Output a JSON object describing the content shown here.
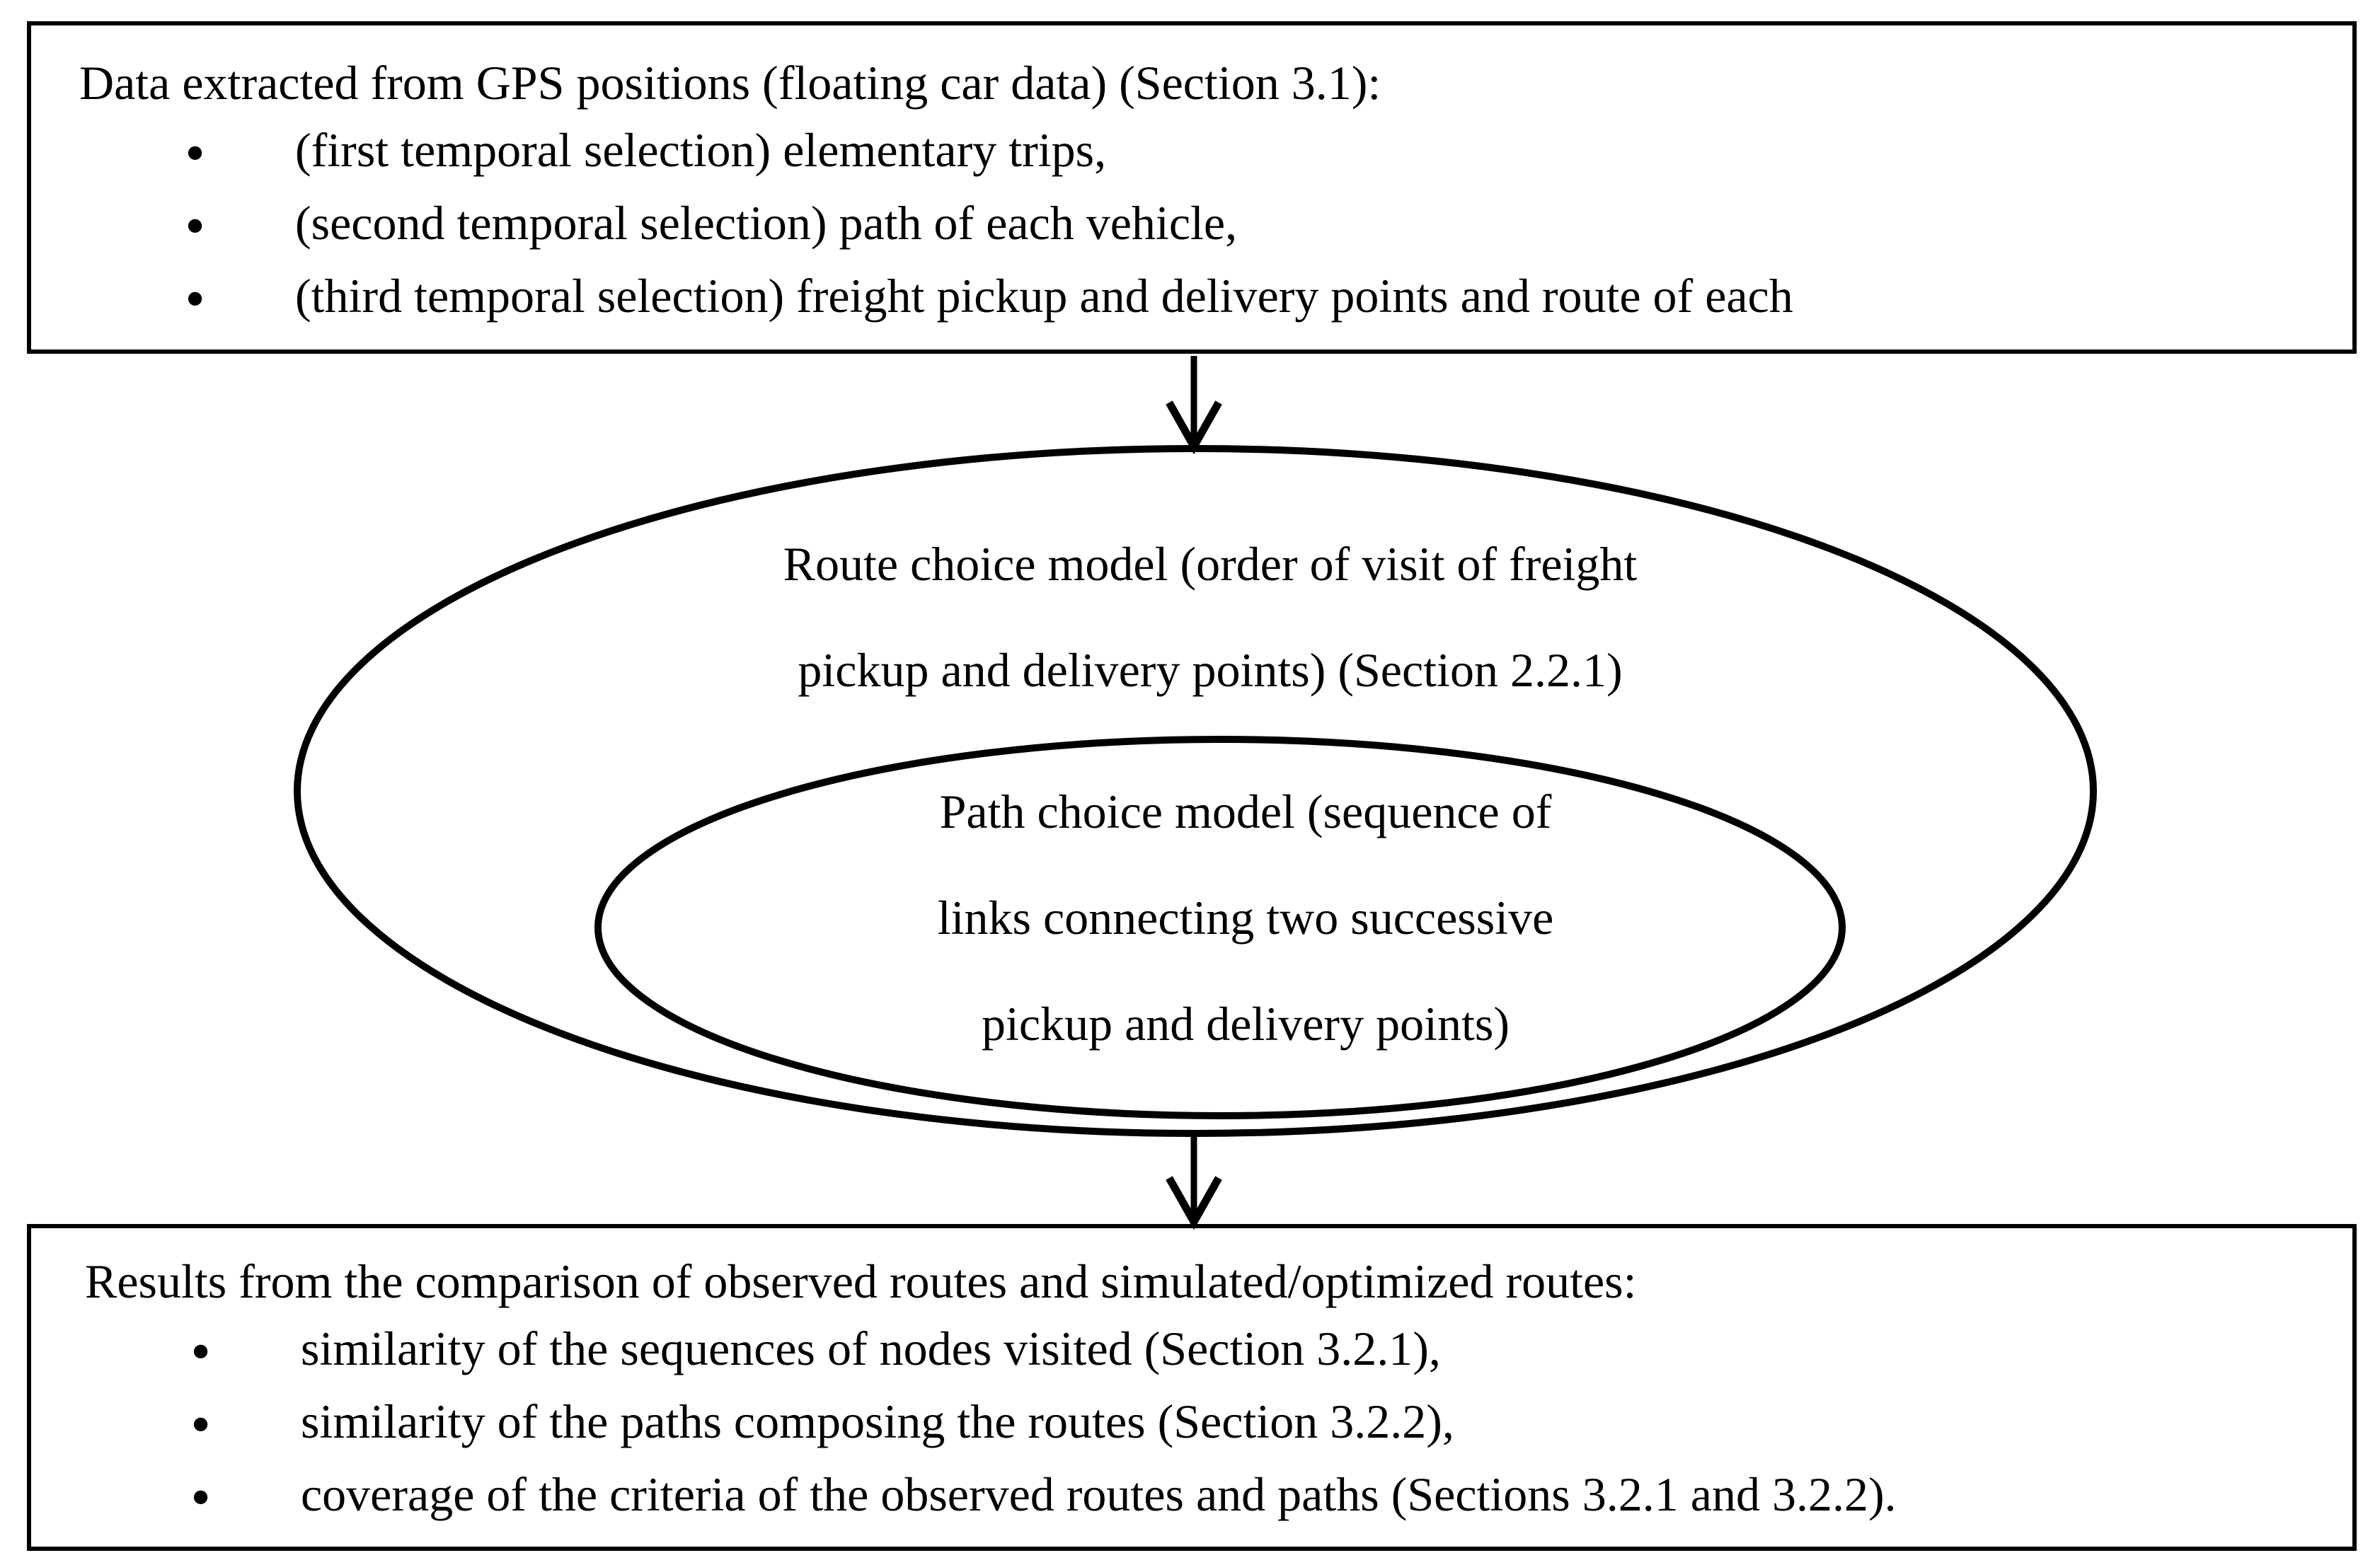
{
  "colors": {
    "ink": "#000000",
    "background": "#ffffff"
  },
  "icons": {
    "bullet": "●"
  },
  "top_box": {
    "heading": "Data extracted from GPS positions (floating car data) (Section 3.1):",
    "bullets": [
      "(first temporal selection) elementary trips,",
      "(second temporal selection) path of each vehicle,",
      "(third temporal selection) freight pickup and delivery points and route of each"
    ]
  },
  "outer_ellipse": {
    "lines": [
      "Route choice model (order of visit of freight",
      "pickup and delivery points) (Section 2.2.1)"
    ]
  },
  "inner_ellipse": {
    "lines": [
      "Path choice model (sequence of",
      "links connecting two successive",
      "pickup and delivery points)"
    ]
  },
  "bottom_box": {
    "heading": "Results from the comparison of observed routes and simulated/optimized routes:",
    "bullets": [
      "similarity of the sequences of nodes visited (Section 3.2.1),",
      "similarity of the paths composing the routes (Section 3.2.2),",
      "coverage of the criteria of the observed routes and paths (Sections 3.2.1 and 3.2.2)."
    ]
  }
}
